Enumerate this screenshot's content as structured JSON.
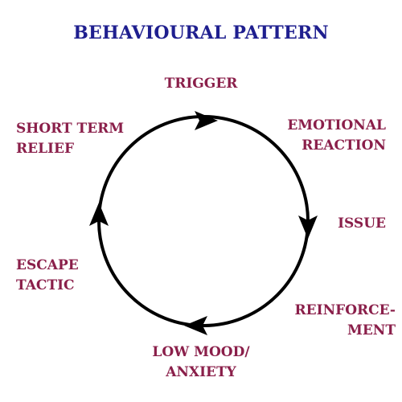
{
  "title": "BEHAVIOURAL PATTERN",
  "colors": {
    "title": "#1f1f8f",
    "label": "#8a1f4a",
    "cycle": "#000000",
    "background": "#ffffff"
  },
  "cycle": {
    "direction": "clockwise",
    "stages": [
      {
        "id": "trigger",
        "lines": [
          "TRIGGER"
        ]
      },
      {
        "id": "emotional-reaction",
        "lines": [
          "EMOTIONAL",
          "REACTION"
        ]
      },
      {
        "id": "issue",
        "lines": [
          "ISSUE"
        ]
      },
      {
        "id": "reinforcement",
        "lines": [
          "REINFORCE-",
          "MENT"
        ]
      },
      {
        "id": "low-mood-anxiety",
        "lines": [
          "LOW MOOD/",
          "ANXIETY"
        ]
      },
      {
        "id": "escape-tactic",
        "lines": [
          "ESCAPE",
          "TACTIC"
        ]
      },
      {
        "id": "short-term-relief",
        "lines": [
          "SHORT TERM",
          "RELIEF"
        ]
      }
    ],
    "arrowheads": [
      "arrow-top",
      "arrow-right",
      "arrow-bottom",
      "arrow-left"
    ]
  }
}
